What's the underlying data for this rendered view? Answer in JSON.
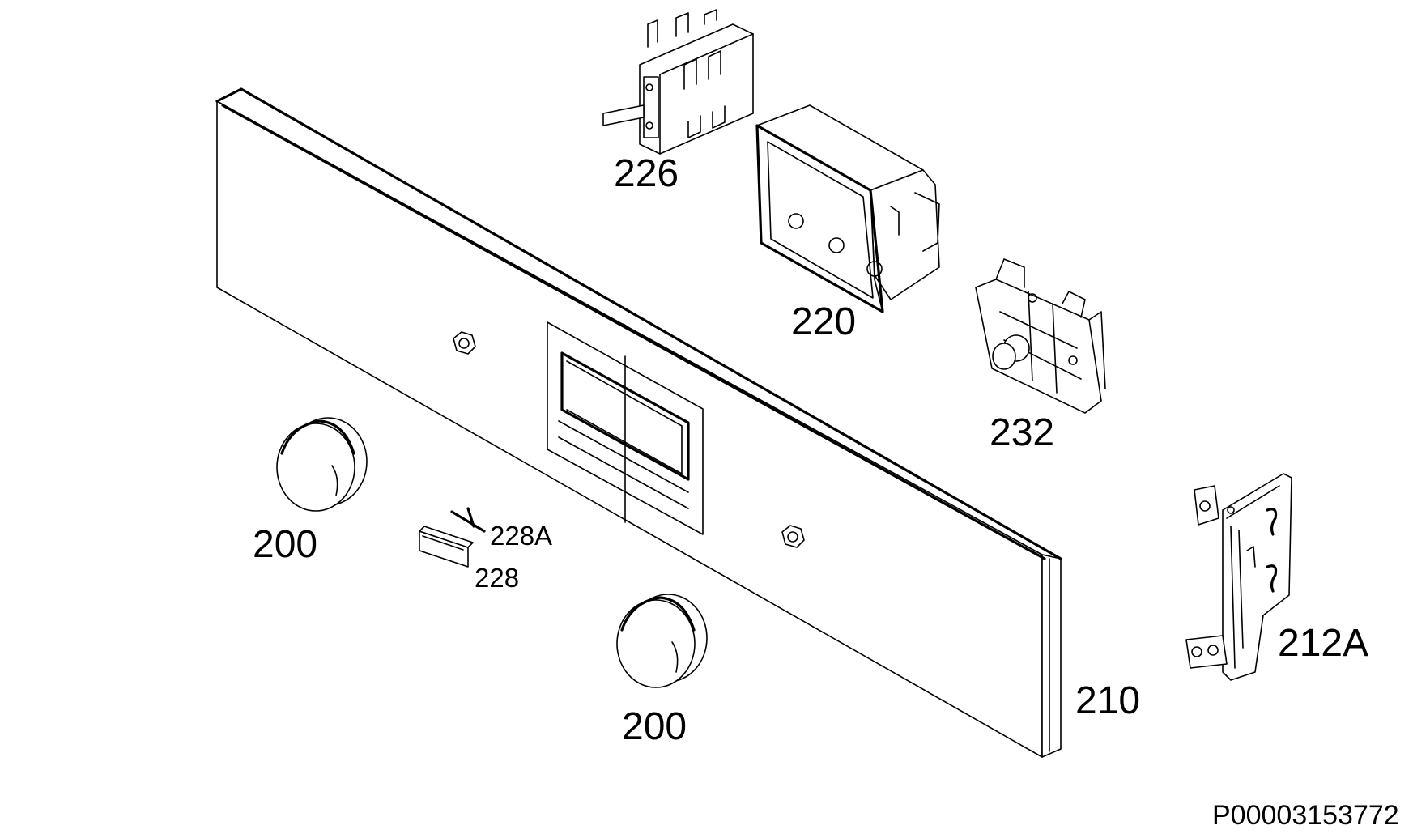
{
  "diagram": {
    "parts": {
      "knob_left": "200",
      "knob_bottom": "200",
      "control_panel": "210",
      "bracket": "212A",
      "display_housing": "220",
      "selector_switch": "226",
      "button": "228",
      "button_spring": "228A",
      "thermostat": "232"
    },
    "drawing_id": "P00003153772"
  }
}
